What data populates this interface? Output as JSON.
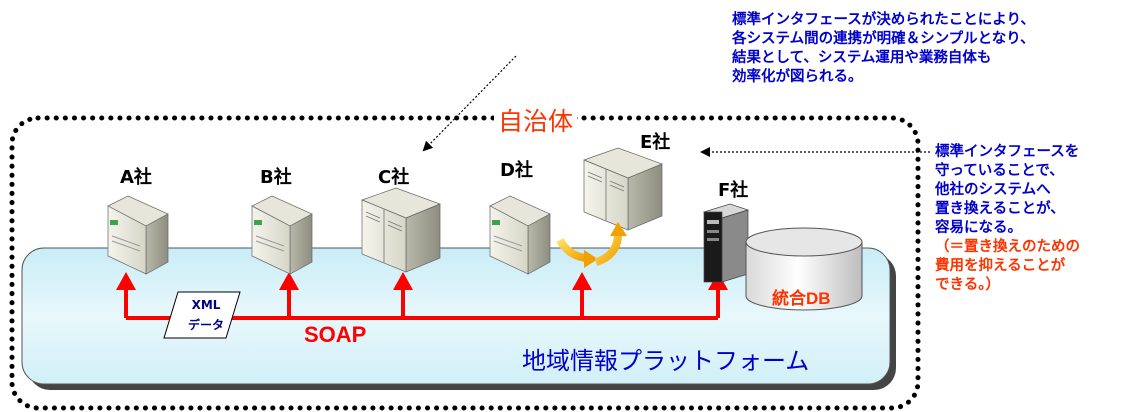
{
  "region": {
    "label": "自治体"
  },
  "platform": {
    "label": "地域情報プラットフォーム"
  },
  "bus": {
    "label": "SOAP"
  },
  "data_doc": {
    "line1": "XML",
    "line2": "データ"
  },
  "companies": [
    {
      "label": "A社"
    },
    {
      "label": "B社"
    },
    {
      "label": "C社"
    },
    {
      "label": "D社"
    },
    {
      "label": "E社"
    },
    {
      "label": "F社"
    }
  ],
  "database": {
    "label": "統合DB"
  },
  "notes": {
    "top": [
      "標準インタフェースが決められたことにより、",
      "各システム間の連携が明確＆シンプルとなり、",
      "結果として、システム運用や業務自体も",
      "効率化が図られる。"
    ],
    "right": [
      "標準インタフェースを",
      "守っていることで、",
      "他社のシステムへ",
      "置き換えることが、",
      "容易になる。"
    ],
    "right_cost": [
      "（＝置き換えのための",
      "費用を抑えることが",
      "できる。）"
    ]
  },
  "colors": {
    "accent_red": "#ff0000",
    "note_blue": "#0000cc",
    "note_orange": "#ff3300",
    "platform_fill": "#dff4f9"
  }
}
